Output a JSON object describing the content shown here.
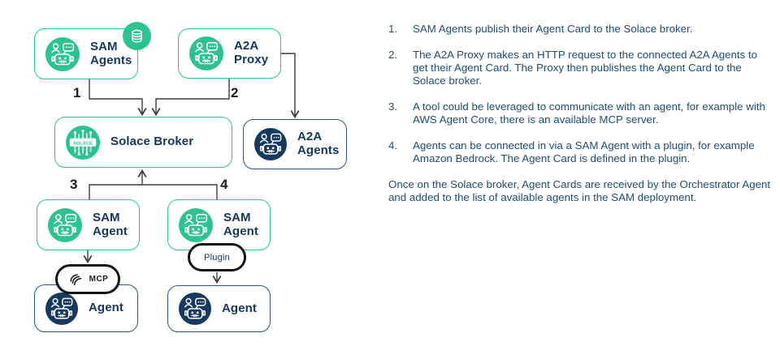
{
  "colors": {
    "green": "#2CC392",
    "navy_fill": "#16395F",
    "navy_border": "#2E5684",
    "label_text": "#17365D",
    "body_text": "#1F4E79",
    "arrow": "#3D3D3D",
    "pill_border": "#141414"
  },
  "diagram": {
    "nodes": {
      "sam_agents": {
        "label": "SAM Agents",
        "icon": "robot-agent-icon",
        "badge_icon": "database-icon"
      },
      "a2a_proxy": {
        "label": "A2A Proxy",
        "icon": "robot-agent-icon"
      },
      "solace_broker": {
        "label": "Solace Broker",
        "icon": "solace-logo-icon",
        "logo_text": "SOLACE"
      },
      "a2a_agents": {
        "label": "A2A Agents",
        "icon": "robot-agent-icon"
      },
      "sam_agent_left": {
        "label": "SAM Agent",
        "icon": "robot-agent-icon"
      },
      "sam_agent_right": {
        "label": "SAM Agent",
        "icon": "robot-agent-icon"
      },
      "mcp": {
        "label": "MCP",
        "icon": "mcp-icon"
      },
      "plugin": {
        "label": "Plugin"
      },
      "agent_left": {
        "label": "Agent",
        "icon": "robot-agent-icon"
      },
      "agent_right": {
        "label": "Agent",
        "icon": "robot-agent-icon"
      }
    },
    "connector_labels": {
      "c1": "1",
      "c2": "2",
      "c3": "3",
      "c4": "4"
    }
  },
  "notes": {
    "items": [
      {
        "number": "1.",
        "text": "SAM Agents publish their Agent Card to the Solace broker."
      },
      {
        "number": "2.",
        "text": "The A2A Proxy makes an HTTP request to the connected A2A Agents to get their Agent Card. The Proxy then publishes the Agent Card to the Solace broker."
      },
      {
        "number": "3.",
        "text": "A tool could be leveraged to communicate with an agent, for example with AWS Agent Core, there is an available MCP server."
      },
      {
        "number": "4.",
        "text": "Agents can be connected in via a SAM Agent with a plugin, for example Amazon Bedrock. The Agent Card is defined in the plugin."
      }
    ],
    "footer": "Once on the Solace broker, Agent Cards are received by the Orchestrator Agent and added to the list of available agents in the SAM deployment."
  }
}
